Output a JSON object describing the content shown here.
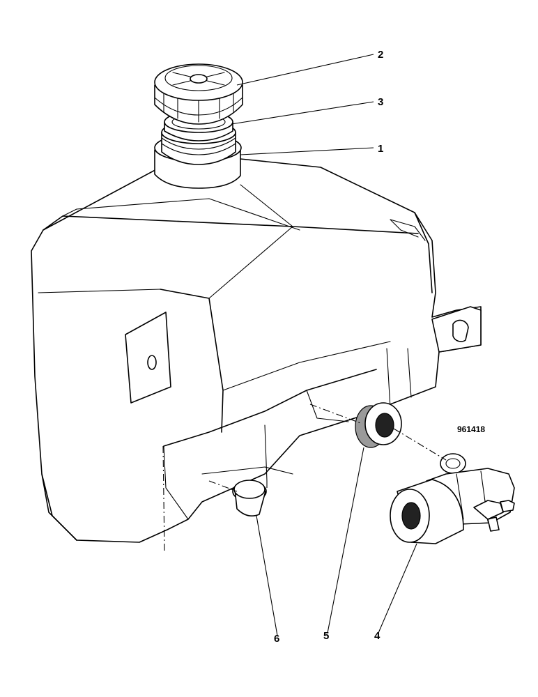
{
  "figure_ref": "961418",
  "callouts": [
    {
      "id": "c1",
      "label": "1"
    },
    {
      "id": "c2",
      "label": "2"
    },
    {
      "id": "c3",
      "label": "3"
    },
    {
      "id": "c4",
      "label": "4"
    },
    {
      "id": "c5",
      "label": "5"
    },
    {
      "id": "c6",
      "label": "6"
    }
  ]
}
